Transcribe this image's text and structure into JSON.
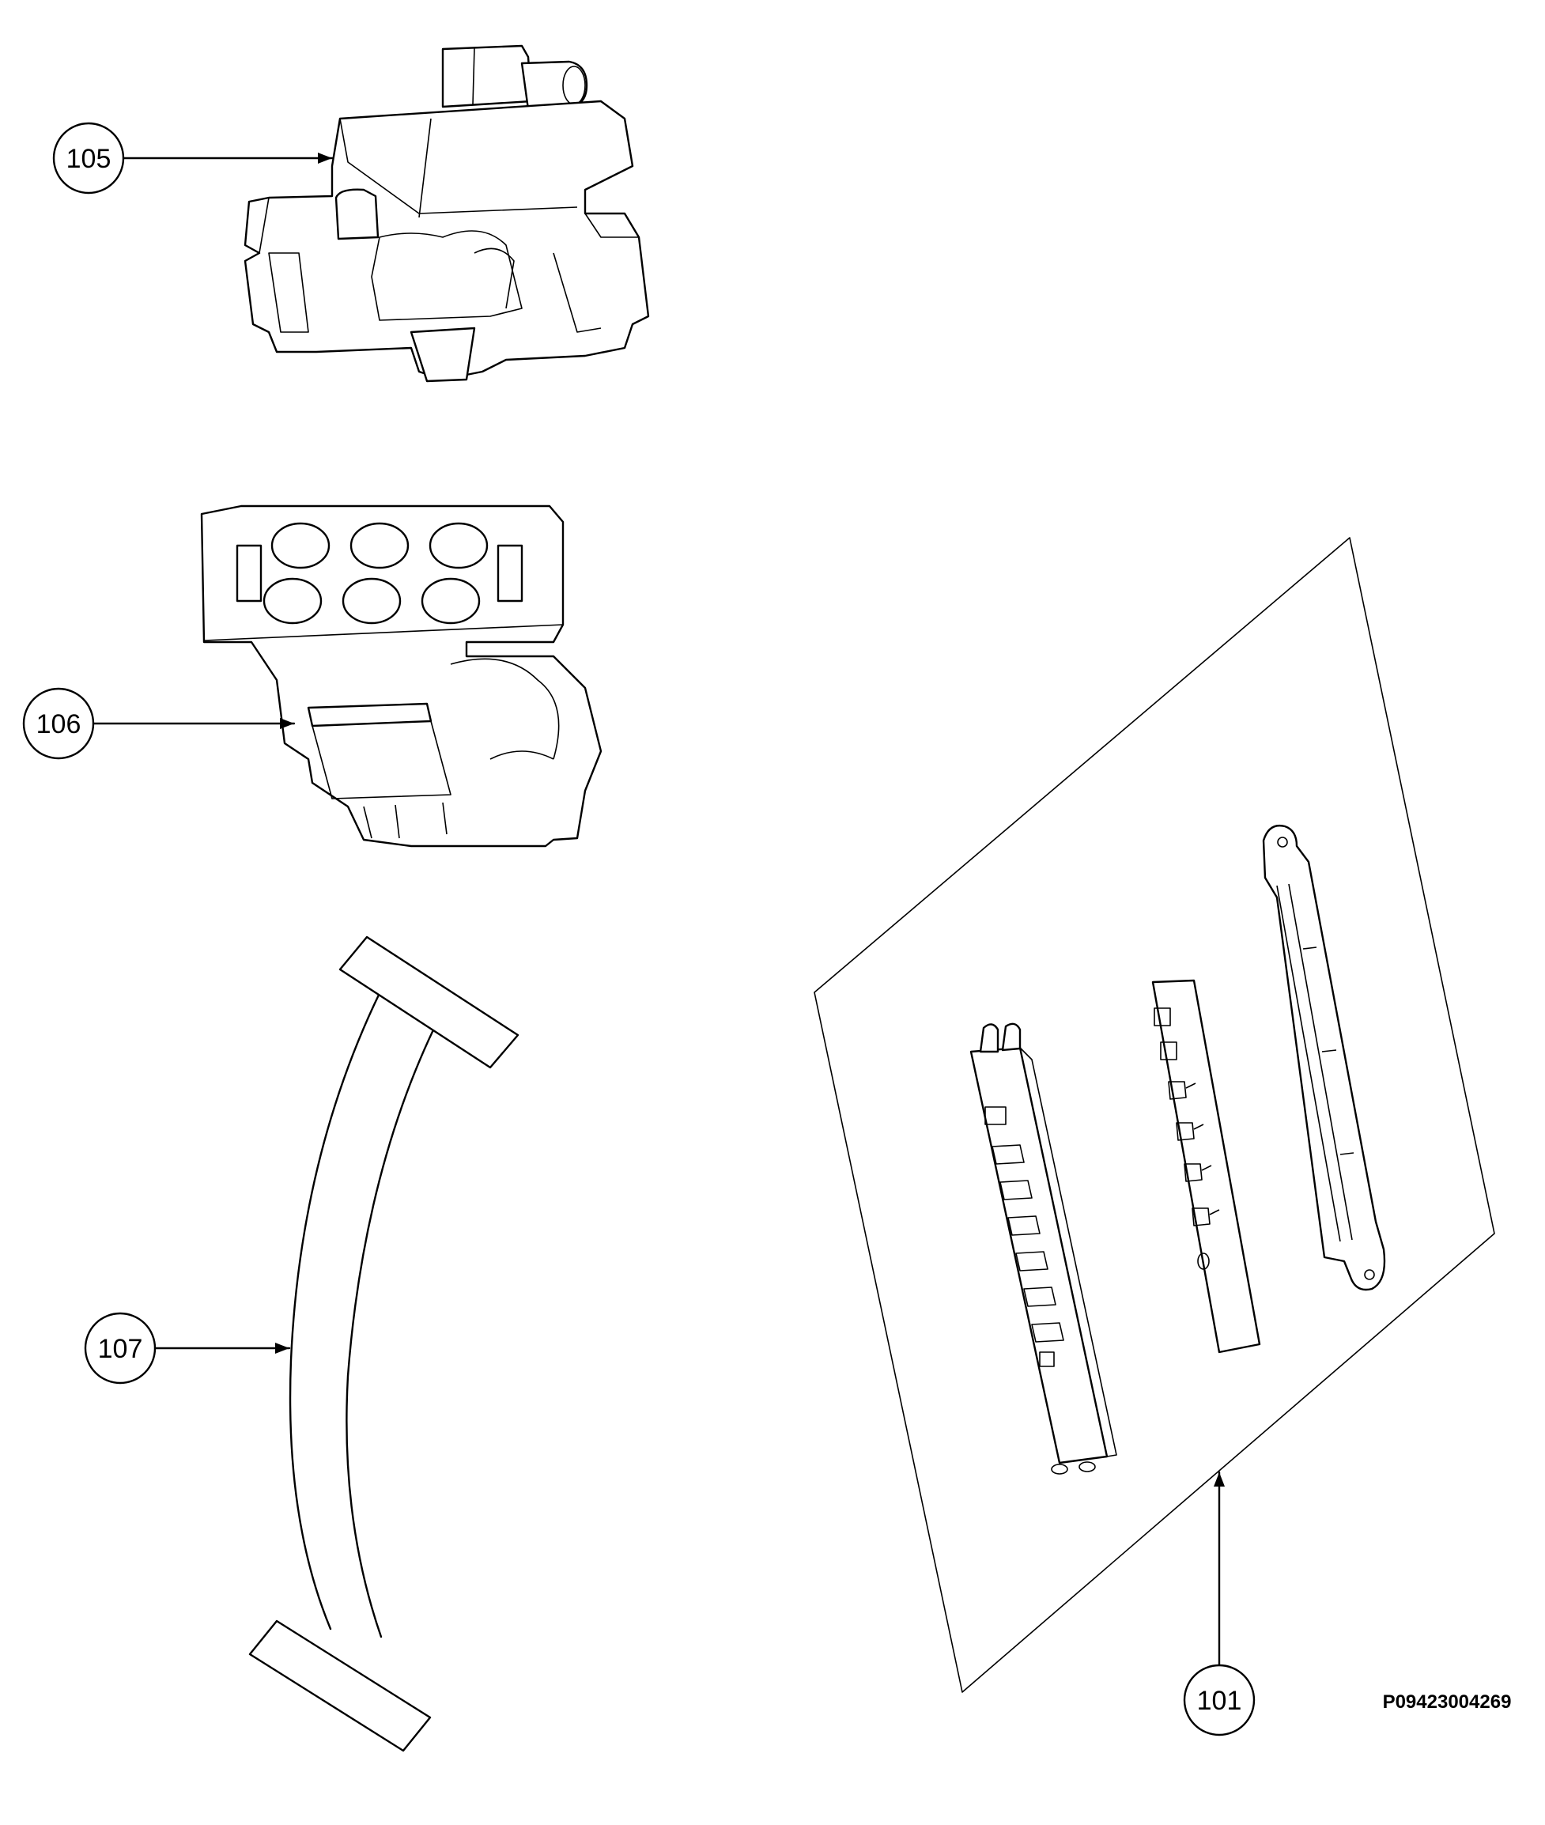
{
  "callouts": [
    {
      "id": "105",
      "label": "105",
      "part": "connector-housing-clip"
    },
    {
      "id": "106",
      "label": "106",
      "part": "six-pin-connector"
    },
    {
      "id": "107",
      "label": "107",
      "part": "flat-cable"
    },
    {
      "id": "101",
      "label": "101",
      "part": "control-board-assembly"
    }
  ],
  "drawing_code": "P09423004269"
}
